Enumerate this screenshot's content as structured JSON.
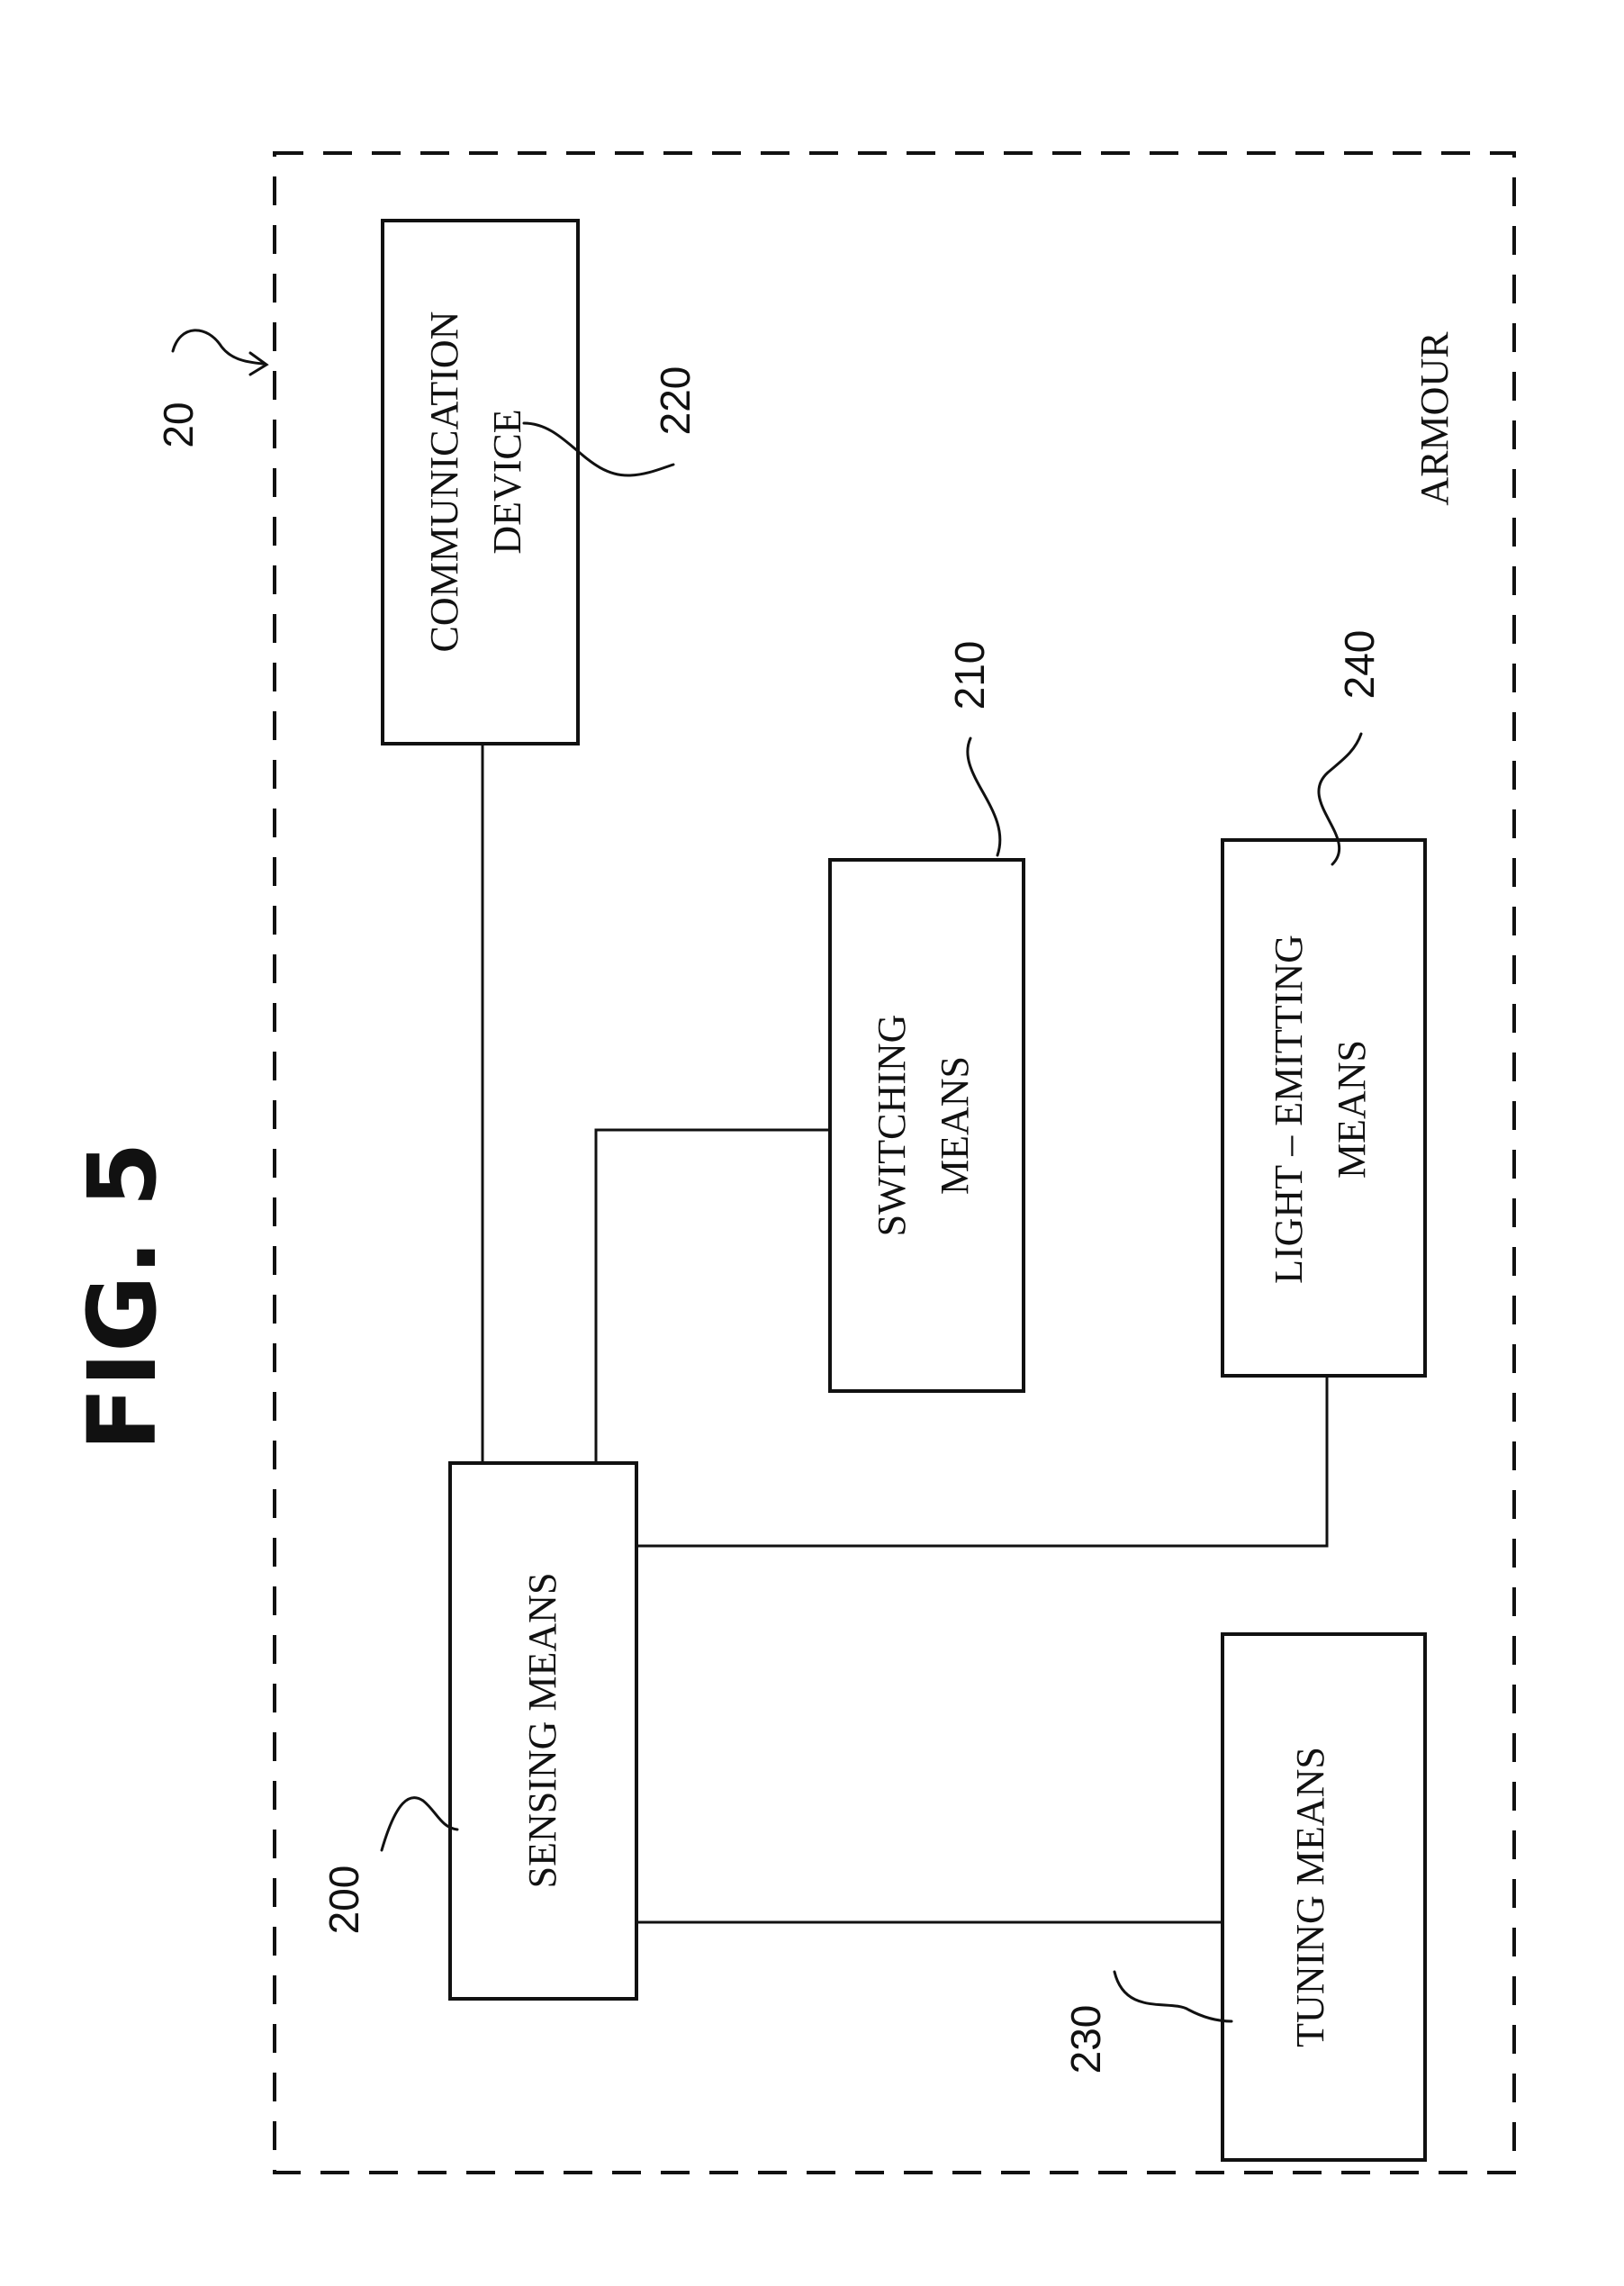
{
  "figure": {
    "title": "FIG. 5",
    "enclosure_label": "ARMOUR",
    "enclosure_ref": "20"
  },
  "blocks": {
    "communication_device": {
      "line1": "COMMUNICATION",
      "line2": "DEVICE",
      "ref": "220"
    },
    "switching_means": {
      "line1": "SWITCHING",
      "line2": "MEANS",
      "ref": "210"
    },
    "light_emitting_means": {
      "line1": "LIGHT – EMITTING",
      "line2": "MEANS",
      "ref": "240"
    },
    "sensing_means": {
      "line1": "SENSING MEANS",
      "ref": "200"
    },
    "tuning_means": {
      "line1": "TUNING MEANS",
      "ref": "230"
    }
  },
  "connections": [
    [
      "sensing_means",
      "communication_device"
    ],
    [
      "sensing_means",
      "switching_means"
    ],
    [
      "sensing_means",
      "light_emitting_means"
    ],
    [
      "sensing_means",
      "tuning_means"
    ]
  ]
}
